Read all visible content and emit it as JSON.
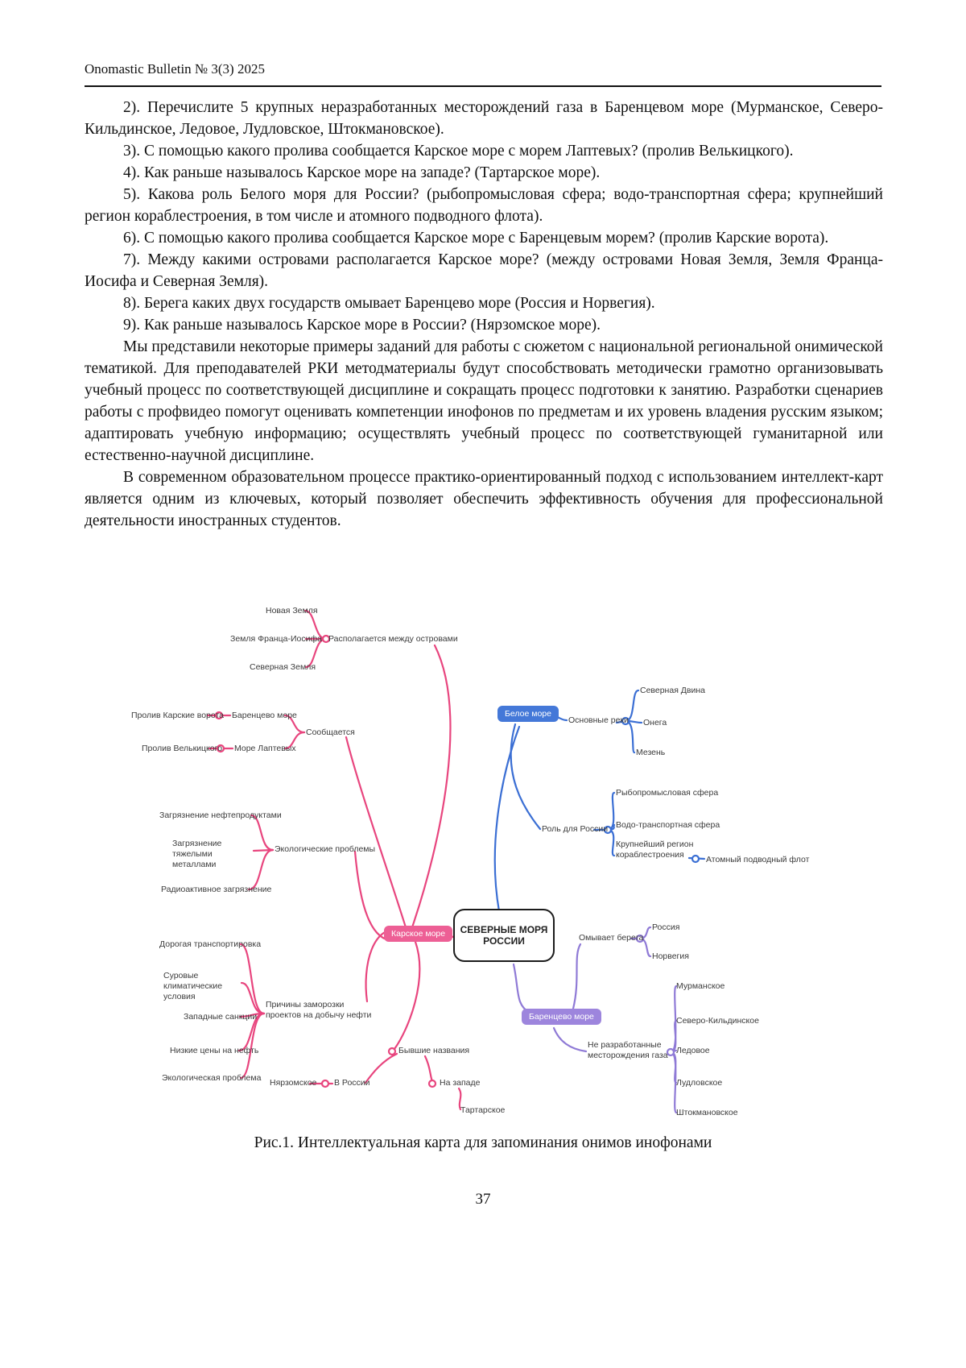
{
  "header": {
    "journal": "Onomastic Bulletin № 3(3) 2025"
  },
  "article": {
    "paragraphs": [
      "2). Перечислите 5 крупных неразработанных месторождений газа в Баренцевом море (Мурманское, Северо-Кильдинское, Ледовое, Лудловское, Штокмановское).",
      "3). С помощью какого пролива сообщается Карское море с морем Лаптевых? (пролив Велькицкого).",
      "4). Как раньше называлось Карское море на западе? (Тартарское море).",
      "5). Какова роль Белого моря для России? (рыбопромысловая сфера; водо-транспортная сфера; крупнейший регион кораблестроения, в том числе и атомного подводного флота).",
      "6). С помощью какого пролива сообщается Карское море с Баренцевым морем? (пролив Карские ворота).",
      "7). Между какими островами располагается Карское море? (между островами Новая Земля, Земля Франца-Иосифа и Северная Земля).",
      "8). Берега каких двух государств омывает Баренцево море (Россия и Норвегия).",
      "9). Как раньше называлось Карское море в России? (Нярзомское море).",
      "Мы представили некоторые примеры заданий для работы с сюжетом с национальной региональной онимической тематикой. Для преподавателей РКИ методматериалы будут способствовать методически грамотно организовывать учебный процесс по соответствующей дисциплине и сокращать процесс подготовки к занятию. Разработки сценариев работы с профвидео помогут оценивать компетенции инофонов по предметам и их уровень владения русским языком; адаптировать учебную информацию; осуществлять учебный процесс по соответствующей гуманитарной или естественно-научной дисциплине.",
      "В современном образовательном процессе практико-ориентированный подход с использованием интеллект-карт является одним из ключевых, который позволяет обеспечить эффективность обучения для профессиональной деятельности иностранных студентов."
    ]
  },
  "figure": {
    "caption": "Рис.1. Интеллектуальная карта для запоминания онимов инофонами",
    "center": "СЕВЕРНЫЕ МОРЯ РОССИИ",
    "colors": {
      "kara": "#e8457e",
      "white_sea": "#3b6fd4",
      "barents": "#8f7ad6"
    },
    "kara": {
      "label": "Карское море",
      "islands_label": "Располагается между островами",
      "islands": [
        "Новая Земля",
        "Земля Франца-Иосифа",
        "Северная Земля"
      ],
      "connects_label": "Сообщается",
      "connects": [
        {
          "sea": "Баренцево море",
          "strait": "Пролив Карские ворота"
        },
        {
          "sea": "Море Лаптевых",
          "strait": "Пролив Велькицкого"
        }
      ],
      "ecology_label": "Экологические проблемы",
      "ecology": [
        "Загрязнение нефтепродуктами",
        "Загрязнение тяжелыми металлами",
        "Радиоактивное загрязнение"
      ],
      "freeze_label": "Причины заморозки проектов на добычу нефти",
      "freeze": [
        "Дорогая транспортировка",
        "Суровые климатические условия",
        "Западные санкции",
        "Низкие цены на нефть",
        "Экологическая проблема"
      ],
      "former_label": "Бывшие названия",
      "former_russia": "В России",
      "former_russia_name": "Нярзомское",
      "former_west": "На западе",
      "former_west_name": "Тартарское"
    },
    "white_sea": {
      "label": "Белое море",
      "rivers_label": "Основные реки",
      "rivers": [
        "Северная Двина",
        "Онега",
        "Мезень"
      ],
      "role_label": "Роль для России",
      "roles": [
        "Рыбопромысловая сфера",
        "Водо-транспортная сфера",
        "Крупнейший регион кораблестроения"
      ],
      "role_extra": "Атомный подводный флот"
    },
    "barents": {
      "label": "Баренцево море",
      "shores_label": "Омывает берега",
      "shores": [
        "Россия",
        "Норвегия"
      ],
      "gas_label": "Не разработанные месторождения газа",
      "gas": [
        "Мурманское",
        "Северо-Кильдинское",
        "Ледовое",
        "Лудловское",
        "Штокмановское"
      ]
    }
  },
  "footer": {
    "page_number": "37"
  }
}
